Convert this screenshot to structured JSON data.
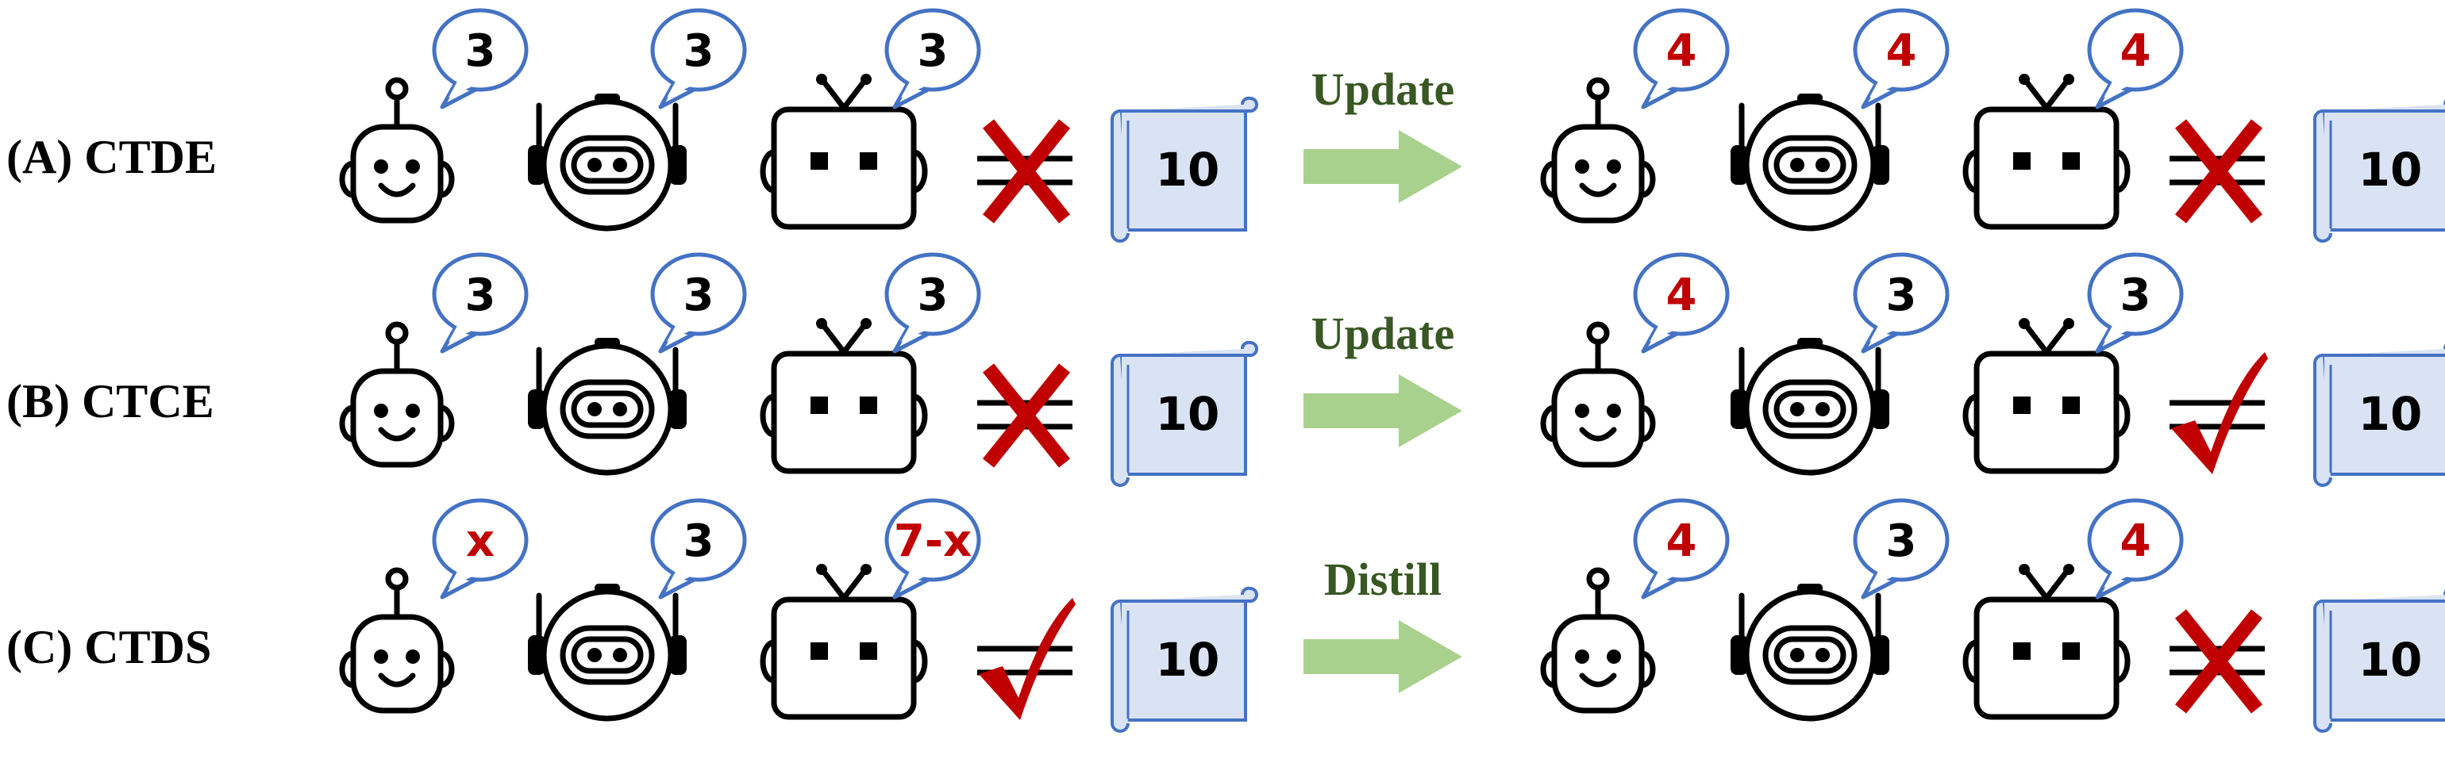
{
  "colors": {
    "bubble_stroke": "#4472c4",
    "text_dark": "#000000",
    "text_red": "#c00000",
    "mark_red": "#c00000",
    "arrow_green": "#a9d18e",
    "arrow_label": "#385723",
    "scroll_fill": "#dae3f3",
    "scroll_stroke": "#4472c4"
  },
  "rows": [
    {
      "label": "(A) CTDE",
      "before": {
        "bubbles": [
          {
            "text": "3",
            "color": "dark"
          },
          {
            "text": "3",
            "color": "dark"
          },
          {
            "text": "3",
            "color": "dark"
          }
        ],
        "mark": "cross",
        "total": "10"
      },
      "arrow_label": "Update",
      "after": {
        "bubbles": [
          {
            "text": "4",
            "color": "red"
          },
          {
            "text": "4",
            "color": "red"
          },
          {
            "text": "4",
            "color": "red"
          }
        ],
        "mark": "cross",
        "total": "10"
      }
    },
    {
      "label": "(B) CTCE",
      "before": {
        "bubbles": [
          {
            "text": "3",
            "color": "dark"
          },
          {
            "text": "3",
            "color": "dark"
          },
          {
            "text": "3",
            "color": "dark"
          }
        ],
        "mark": "cross",
        "total": "10"
      },
      "arrow_label": "Update",
      "after": {
        "bubbles": [
          {
            "text": "4",
            "color": "red"
          },
          {
            "text": "3",
            "color": "dark"
          },
          {
            "text": "3",
            "color": "dark"
          }
        ],
        "mark": "check",
        "total": "10"
      }
    },
    {
      "label": "(C) CTDS",
      "before": {
        "bubbles": [
          {
            "text": "x",
            "color": "red"
          },
          {
            "text": "3",
            "color": "dark"
          },
          {
            "text": "7-x",
            "color": "red"
          }
        ],
        "mark": "check",
        "total": "10"
      },
      "arrow_label": "Distill",
      "after": {
        "bubbles": [
          {
            "text": "4",
            "color": "red"
          },
          {
            "text": "3",
            "color": "dark"
          },
          {
            "text": "4",
            "color": "red"
          }
        ],
        "mark": "cross",
        "total": "10"
      }
    }
  ]
}
